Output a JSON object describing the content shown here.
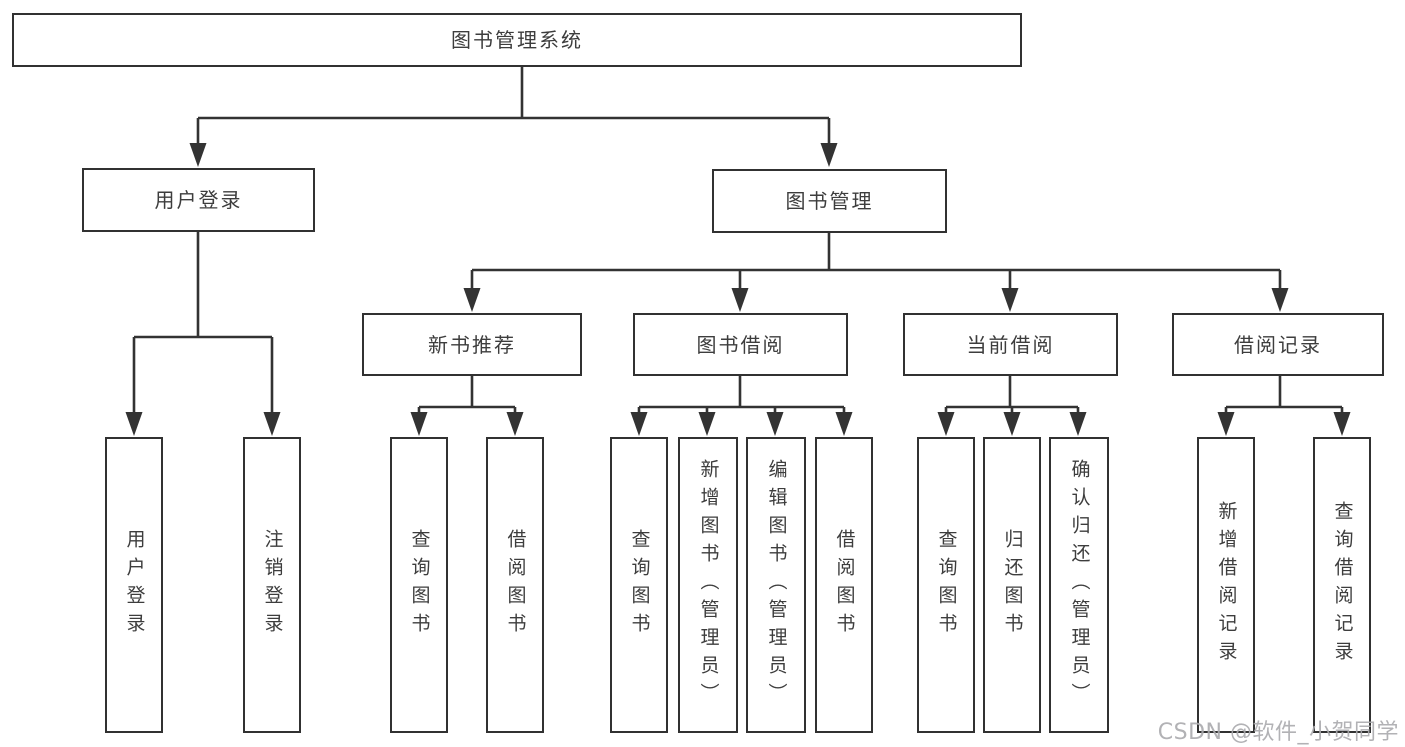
{
  "root": {
    "label": "图书管理系统"
  },
  "level2": {
    "user_login": {
      "label": "用户登录"
    },
    "book_mgmt": {
      "label": "图书管理"
    }
  },
  "level3": {
    "new_book_rec": {
      "label": "新书推荐"
    },
    "book_borrow": {
      "label": "图书借阅"
    },
    "current_borrow": {
      "label": "当前借阅"
    },
    "borrow_record": {
      "label": "借阅记录"
    }
  },
  "leaves": {
    "user_login_children": [
      "用户登录",
      "注销登录"
    ],
    "new_book_rec_children": [
      "查询图书",
      "借阅图书"
    ],
    "book_borrow_children": [
      "查询图书",
      "新增图书（管理员）",
      "编辑图书（管理员）",
      "借阅图书"
    ],
    "current_borrow_children": [
      "查询图书",
      "归还图书",
      "确认归还（管理员）"
    ],
    "borrow_record_children": [
      "新增借阅记录",
      "查询借阅记录"
    ]
  },
  "watermark": {
    "text": "CSDN @软件_小贺同学"
  },
  "colors": {
    "line": "#333333",
    "box_border": "#313131",
    "text": "#3d3d3d",
    "background": "#ffffff",
    "watermark": "#aaaaae"
  }
}
